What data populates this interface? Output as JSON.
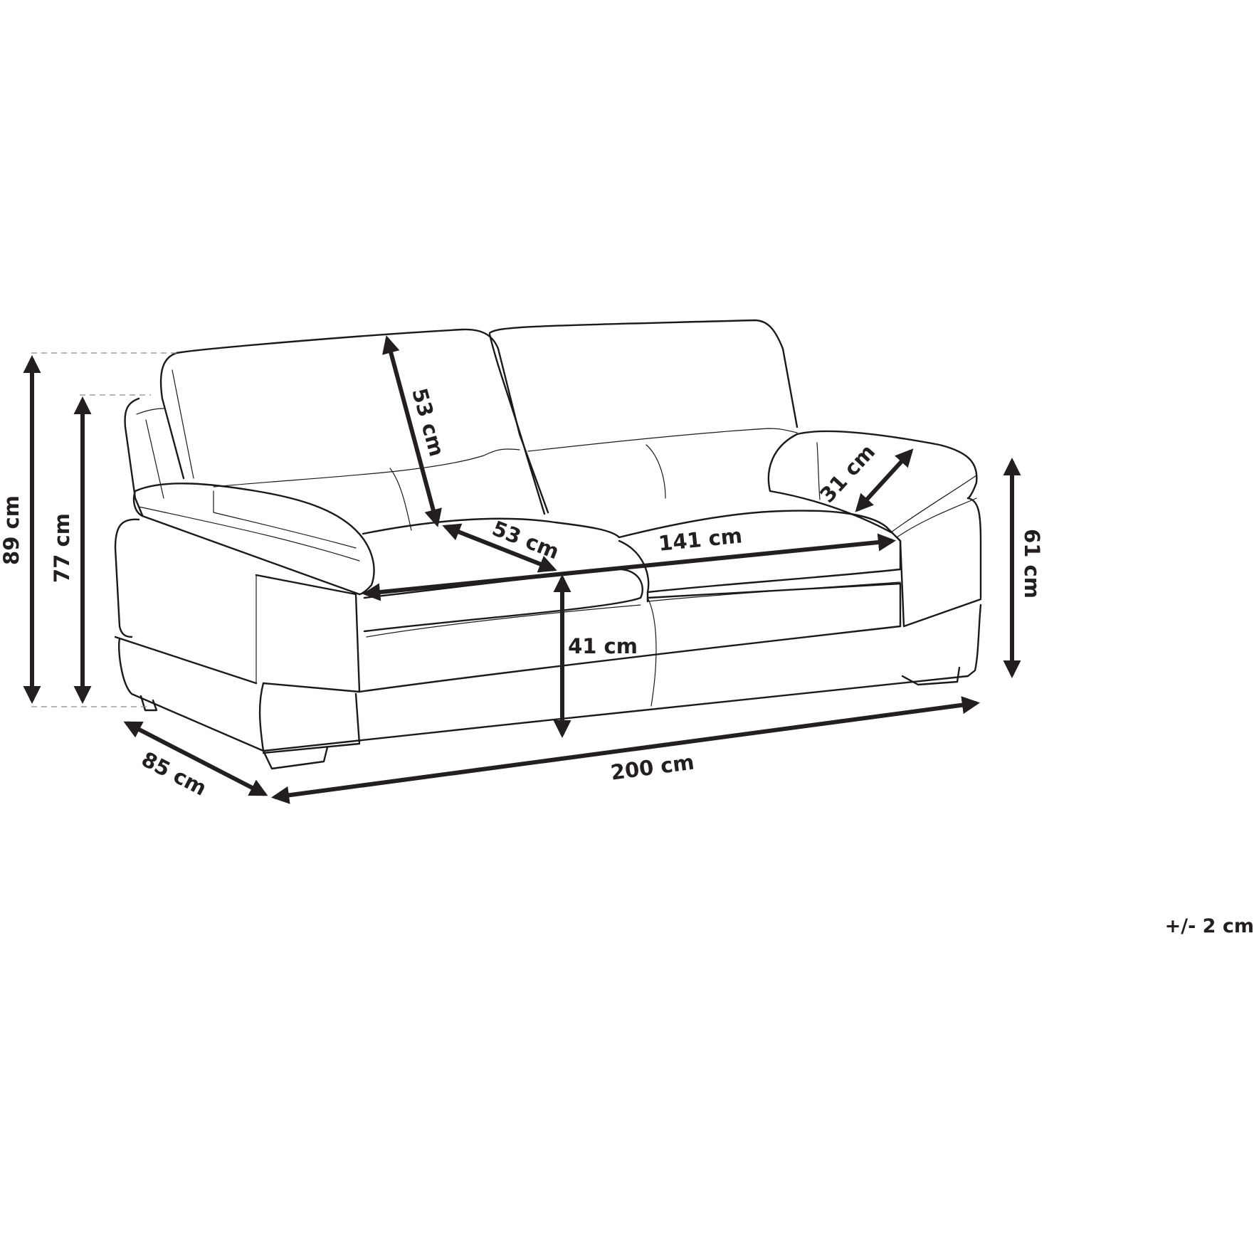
{
  "diagram": {
    "subject": "Three-seater sofa dimensions",
    "line_color": "#231f20",
    "background": "#ffffff",
    "dimensions": {
      "total_height": "89 cm",
      "backrest_top_height": "77 cm",
      "backrest_height": "53 cm",
      "seat_depth": "53 cm",
      "seat_width": "141 cm",
      "armrest_width": "31 cm",
      "armrest_height": "61 cm",
      "seat_height": "41 cm",
      "depth": "85 cm",
      "width": "200 cm"
    },
    "tolerance": "+/- 2 cm"
  }
}
